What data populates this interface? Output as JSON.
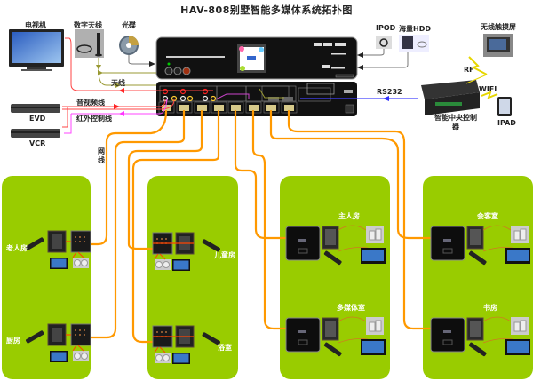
{
  "title": "HAV-808别墅智能多媒体系统拓扑图",
  "devices": {
    "tv": "电视机",
    "antenna": "数字天线",
    "disc": "光碟",
    "ipod": "IPOD",
    "hdd": "海量HDD",
    "touch_screen": "无线触摸屏",
    "evd": "EVD",
    "vcr": "VCR",
    "controller": "智能中央控制器",
    "ipad": "IPAD"
  },
  "cables": {
    "antenna_line": "天线",
    "av_line": "音视频线",
    "ir_line": "红外控制线",
    "network_line": "网线",
    "rs232": "RS232",
    "rf": "RF",
    "wifi": "WIFI"
  },
  "rooms": [
    {
      "name": "老人房",
      "panel": "green-1",
      "type": "basic"
    },
    {
      "name": "厨房",
      "panel": "green-1",
      "type": "basic"
    },
    {
      "name": "儿童房",
      "panel": "green-2",
      "type": "basic"
    },
    {
      "name": "浴室",
      "panel": "green-2",
      "type": "basic"
    },
    {
      "name": "主人房",
      "panel": "green-3",
      "type": "premium"
    },
    {
      "name": "多媒体室",
      "panel": "green-3",
      "type": "premium"
    },
    {
      "name": "会客室",
      "panel": "green-4",
      "type": "premium"
    },
    {
      "name": "书房",
      "panel": "green-4",
      "type": "premium"
    }
  ],
  "colors": {
    "room_bg": "#99cc00",
    "network": "#ff9900",
    "av": "#ff3333",
    "ir": "#ff44ff",
    "antenna": "#999933",
    "rs232": "#3333ff",
    "wireless": "#ffee00"
  }
}
